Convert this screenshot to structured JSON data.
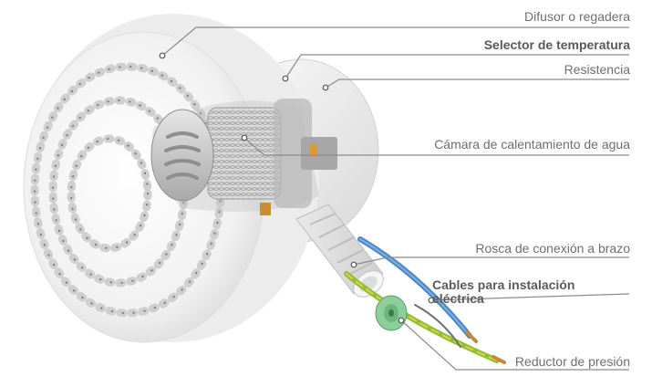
{
  "labels": {
    "difusor": "Difusor o regadera",
    "selector": "Selector de temperatura",
    "resistencia": "Resistencia",
    "camara": "Cámara de calentamiento de agua",
    "rosca": "Rosca de conexión a brazo",
    "cables": "Cables para instalación eléctrica",
    "reductor": "Reductor de presión"
  },
  "colors": {
    "leader_line": "#8c8c8c",
    "body": "#f3f3f3",
    "cable_blue": "#4a86c8",
    "cable_green_yellow": "#8fbf3a",
    "reducer_green": "#8ccf9b"
  }
}
